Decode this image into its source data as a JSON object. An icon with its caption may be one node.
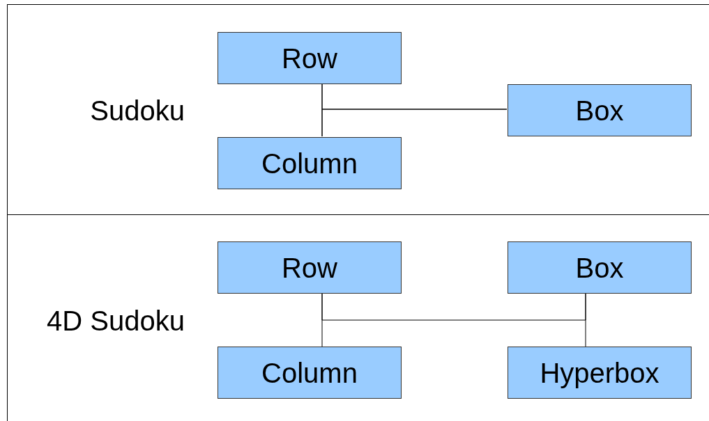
{
  "diagram": {
    "nodes": [
      {
        "text": [
          "Sudoku"
        ]
      },
      {
        "text": [
          "Row"
        ],
        "in": 0
      },
      {
        "text": [
          "Column"
        ],
        "in": 0
      },
      {
        "text": [
          "Box"
        ],
        "in": 0
      },
      {
        "text": [
          "4D Sudoku"
        ]
      },
      {
        "text": [
          "Row"
        ],
        "in": 4
      },
      {
        "text": [
          "Column"
        ],
        "in": 4
      },
      {
        "text": [
          "Box"
        ],
        "in": 4
      },
      {
        "text": [
          "Hyperbox"
        ],
        "in": 4
      }
    ],
    "edges": [
      {
        "from": 1,
        "to": 2,
        "arrow": "none"
      },
      {
        "from": 1,
        "to": 3,
        "arrow": "none"
      },
      {
        "from": 2,
        "to": 3,
        "arrow": "none"
      },
      {
        "from": 5,
        "to": 6,
        "arrow": "none"
      },
      {
        "from": 7,
        "to": 8,
        "arrow": "none"
      },
      {
        "from": 5,
        "to": 7,
        "arrow": "none"
      }
    ]
  }
}
